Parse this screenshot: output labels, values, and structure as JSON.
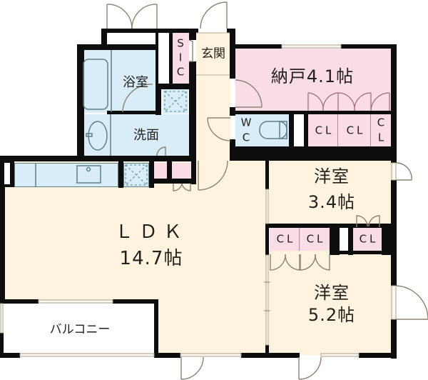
{
  "floor_plan": {
    "rooms": {
      "bath": {
        "label": "浴室"
      },
      "washroom": {
        "label": "洗面"
      },
      "shoe_closet": {
        "label_lines": [
          "S",
          "I",
          "C"
        ]
      },
      "entrance": {
        "label": "玄関"
      },
      "storage": {
        "label": "納戸4.1帖"
      },
      "toilet": {
        "label_lines": [
          "W",
          "C"
        ]
      },
      "ldk": {
        "name": "ＬＤＫ",
        "size": "14.7帖"
      },
      "western_room_1": {
        "name": "洋室",
        "size": "3.4帖"
      },
      "western_room_2": {
        "name": "洋室",
        "size": "5.2帖"
      },
      "balcony": {
        "label": "バルコニー"
      }
    },
    "closets": {
      "storage_row": [
        {
          "label": "CL"
        },
        {
          "label": "CL"
        },
        {
          "label_lines": [
            "C",
            "L"
          ]
        }
      ],
      "western_row": [
        {
          "label": "CL"
        },
        {
          "label": "CL"
        },
        {
          "label": "CL"
        }
      ]
    }
  },
  "colors": {
    "floor": "#fdf3de",
    "storage_closet": "#f9dce6",
    "wet_area": "#d8edf8",
    "wall": "#0d0d0d",
    "door_line": "#8c8373"
  }
}
